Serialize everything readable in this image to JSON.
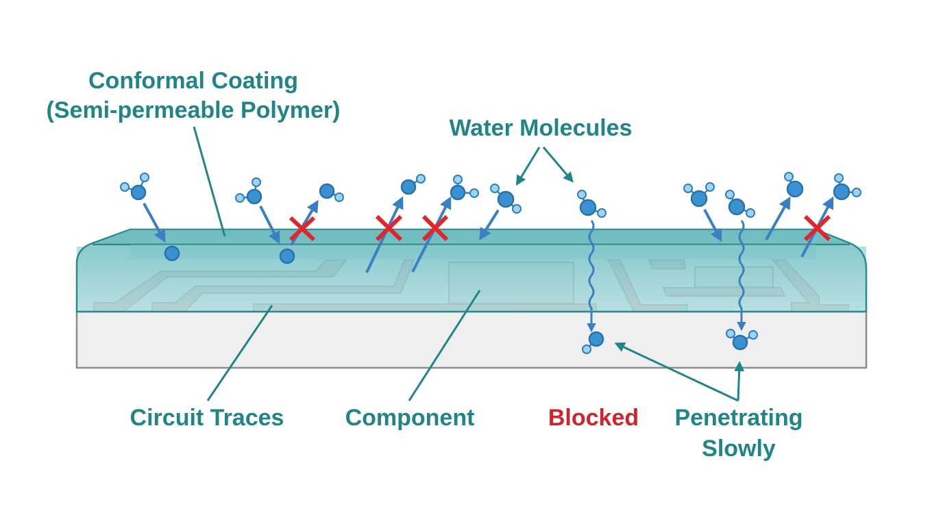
{
  "title": "Conformal coating moisture permeation diagram",
  "labels": {
    "coating_line1": "Conformal Coating",
    "coating_line2": "(Semi-permeable Polymer)",
    "water_molecules": "Water Molecules",
    "circuit_traces": "Circuit Traces",
    "component": "Component",
    "blocked": "Blocked",
    "penetrating_line1": "Penetrating",
    "penetrating_line2": "Slowly"
  },
  "colors": {
    "label_teal": "#1f8585",
    "blocked_red": "#d0242a",
    "coating_fill": "#7cc4c7",
    "coating_edge": "#2a8a8a",
    "trace_gray": "#a4a7a8",
    "substrate": "#efefef",
    "molecule_blue": "#3a93d0",
    "hydrogen_light": "#9fd3f0",
    "reject_mark": "#e0262b"
  },
  "legend_semantics": {
    "red_x": "Moisture rejected / bounced off coating",
    "straight_arrow_down": "Molecule absorbed into coating",
    "wavy_arrow": "Slow permeation to substrate"
  }
}
